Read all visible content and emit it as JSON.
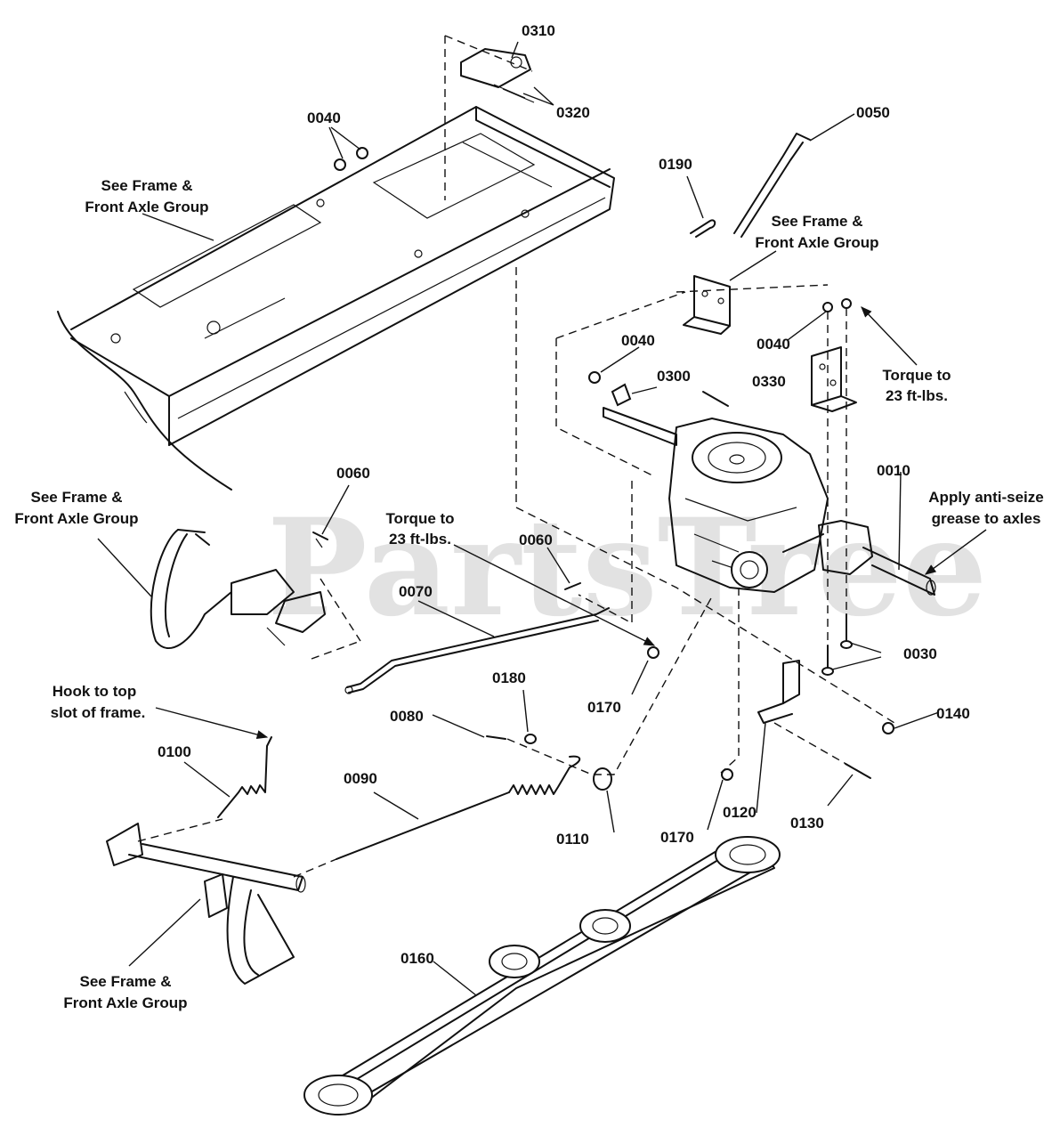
{
  "watermark": "PartsTree",
  "callouts": {
    "c0310": "0310",
    "c0320": "0320",
    "c0040_top": "0040",
    "c0050": "0050",
    "c0190": "0190",
    "c0040_mid": "0040",
    "c0300": "0300",
    "c0330": "0330",
    "c0040_right": "0040",
    "c0010": "0010",
    "c0060_left": "0060",
    "c0060_mid": "0060",
    "c0070": "0070",
    "c0170_a": "0170",
    "c0180": "0180",
    "c0080": "0080",
    "c0030": "0030",
    "c0140": "0140",
    "c0100": "0100",
    "c0090": "0090",
    "c0110": "0110",
    "c0170_b": "0170",
    "c0120": "0120",
    "c0130": "0130",
    "c0160": "0160"
  },
  "notes": {
    "frame_top": [
      "See Frame &",
      "Front Axle Group"
    ],
    "frame_mid_right": [
      "See Frame &",
      "Front Axle Group"
    ],
    "frame_left": [
      "See Frame &",
      "Front Axle Group"
    ],
    "frame_bottom": [
      "See Frame &",
      "Front Axle Group"
    ],
    "torque_right": [
      "Torque to",
      "23 ft-lbs."
    ],
    "torque_mid": [
      "Torque to",
      "23 ft-lbs."
    ],
    "anti_seize": [
      "Apply anti-seize",
      "grease to axles"
    ],
    "hook": [
      "Hook to top",
      "slot of frame."
    ]
  }
}
